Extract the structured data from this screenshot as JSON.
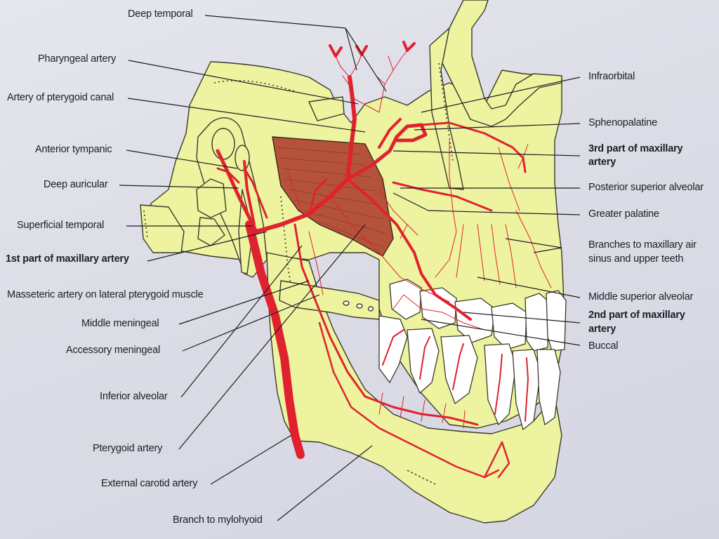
{
  "labels": {
    "deep_temporal": "Deep temporal",
    "pharyngeal_artery": "Pharyngeal artery",
    "artery_of_pterygoid_canal": "Artery of pterygoid canal",
    "anterior_tympanic": "Anterior tympanic",
    "deep_auricular": "Deep auricular",
    "superficial_temporal": "Superficial temporal",
    "first_part_maxillary": "1st part of maxillary artery",
    "masseteric_artery": "Masseteric artery on lateral pterygoid muscle",
    "middle_meningeal": "Middle meningeal",
    "accessory_meningeal": "Accessory meningeal",
    "inferior_alveolar": "Inferior alveolar",
    "pterygoid_artery": "Pterygoid artery",
    "external_carotid_artery": "External carotid artery",
    "branch_to_mylohyoid": "Branch to mylohyoid",
    "infraorbital": "Infraorbital",
    "sphenopalatine": "Sphenopalatine",
    "third_part_maxillary_1": "3rd part of maxillary",
    "third_part_maxillary_2": "artery",
    "posterior_superior_alveolar": "Posterior superior alveolar",
    "greater_palatine": "Greater palatine",
    "branches_sinus_1": "Branches to maxillary air",
    "branches_sinus_2": "sinus and upper teeth",
    "middle_superior_alveolar": "Middle superior alveolar",
    "second_part_maxillary_1": "2nd part of maxillary",
    "second_part_maxillary_2": "artery",
    "buccal": "Buccal"
  },
  "colors": {
    "bone": "#eef3a0",
    "bone_stroke": "#3a3a2a",
    "artery": "#e0222e",
    "muscle": "#b5533a",
    "tooth": "#ffffff",
    "leader_line": "#1d1d24"
  }
}
